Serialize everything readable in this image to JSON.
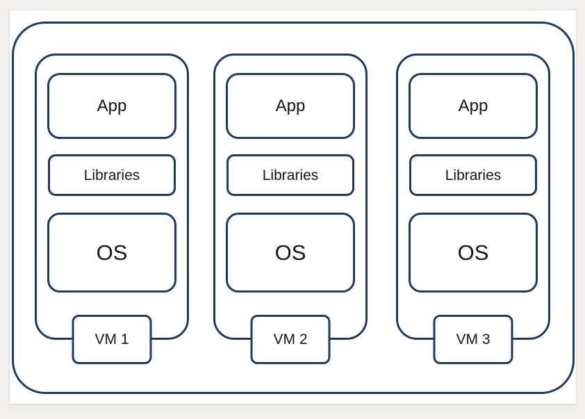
{
  "colors": {
    "outline": "#22395b",
    "surface": "#ffffff",
    "page_background": "#f0efed",
    "text": "#141414"
  },
  "diagram": {
    "type": "virtualization-stack",
    "vms": [
      {
        "label": "VM 1",
        "layers": [
          "App",
          "Libraries",
          "OS"
        ]
      },
      {
        "label": "VM 2",
        "layers": [
          "App",
          "Libraries",
          "OS"
        ]
      },
      {
        "label": "VM 3",
        "layers": [
          "App",
          "Libraries",
          "OS"
        ]
      }
    ]
  }
}
